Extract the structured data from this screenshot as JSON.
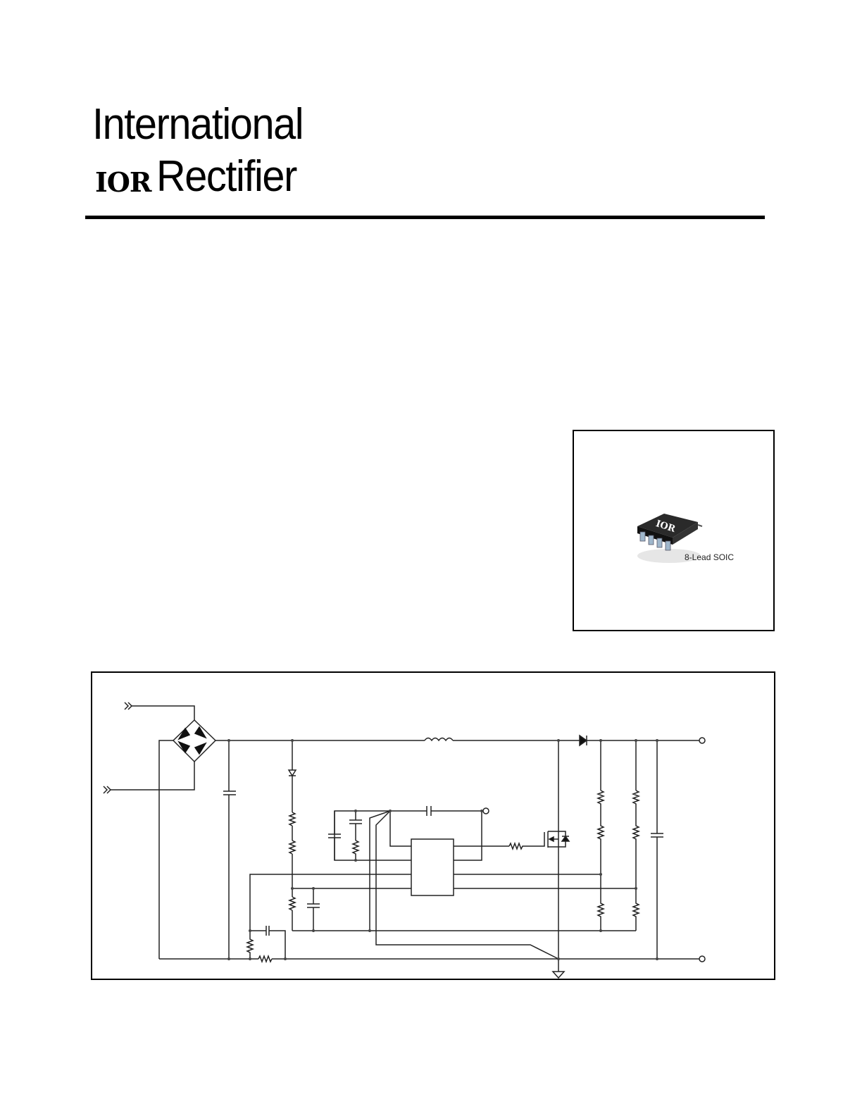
{
  "header": {
    "logo_line1": "International",
    "logo_mark": "IOR",
    "logo_line2": "Rectifier"
  },
  "package": {
    "label": "8-Lead SOIC",
    "chip_marking": "IOR"
  }
}
